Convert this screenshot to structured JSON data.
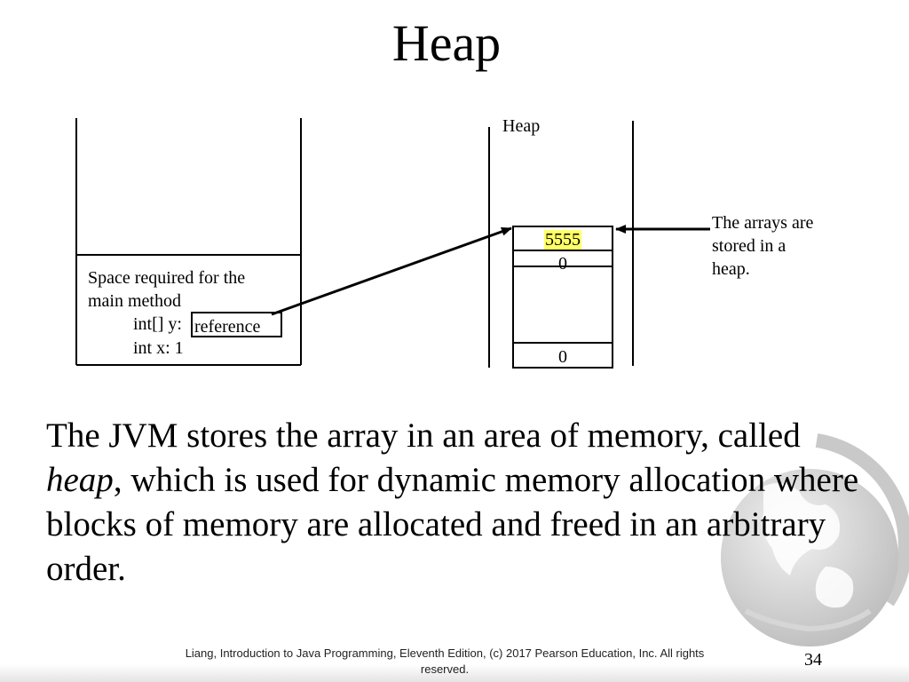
{
  "slide": {
    "title": "Heap",
    "body_parts": [
      "The JVM stores the array in an area of memory, called ",
      "heap",
      ", which is used for dynamic memory allocation where blocks of memory are allocated and freed in an arbitrary order."
    ],
    "footer": "Liang, Introduction to Java Programming, Eleventh Edition, (c) 2017 Pearson Education, Inc. All rights reserved.",
    "page_number": "34"
  },
  "diagram": {
    "stack": {
      "frame_line1": "Space required for the",
      "frame_line2": "main method",
      "var_y": "int[] y:",
      "reference": "reference",
      "var_x": "int x: 1"
    },
    "heap": {
      "label": "Heap",
      "cells": [
        "5555",
        "0",
        "0"
      ],
      "note_lines": [
        "The arrays are",
        "stored in a",
        "heap."
      ]
    },
    "colors": {
      "highlight": "#ffff66",
      "line": "#000000"
    }
  }
}
